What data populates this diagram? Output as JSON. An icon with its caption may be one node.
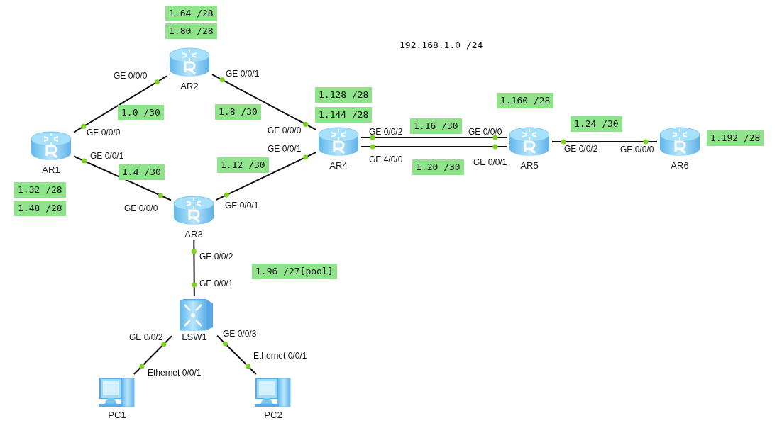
{
  "diagram": {
    "nodes": [
      {
        "text": [
          "AR1"
        ]
      },
      {
        "text": [
          "AR2"
        ]
      },
      {
        "text": [
          "AR3"
        ]
      },
      {
        "text": [
          "AR4"
        ]
      },
      {
        "text": [
          "AR5"
        ]
      },
      {
        "text": [
          "AR6"
        ]
      },
      {
        "text": [
          "LSW1"
        ]
      },
      {
        "text": [
          "PC1"
        ]
      },
      {
        "text": [
          "PC2"
        ]
      }
    ],
    "edges": [
      {
        "from": 0,
        "to": 1,
        "arrow": "none"
      },
      {
        "from": 1,
        "to": 3,
        "arrow": "none"
      },
      {
        "from": 0,
        "to": 2,
        "arrow": "none"
      },
      {
        "from": 2,
        "to": 3,
        "arrow": "none"
      },
      {
        "from": 3,
        "to": 4,
        "arrow": "none"
      },
      {
        "from": 3,
        "to": 4,
        "arrow": "none"
      },
      {
        "from": 4,
        "to": 5,
        "arrow": "none"
      },
      {
        "from": 2,
        "to": 6,
        "arrow": "none"
      },
      {
        "from": 6,
        "to": 7,
        "arrow": "none"
      },
      {
        "from": 6,
        "to": 8,
        "arrow": "none"
      }
    ],
    "labels": [
      "1.64 /28",
      "1.80 /28",
      "192.168.1.0 /24",
      "GE 0/0/0",
      "GE 0/0/1",
      "1.128 /28",
      "1.160 /28",
      "1.0 /30",
      "1.8 /30",
      "1.144 /28",
      "GE 0/0/0",
      "GE 0/0/0",
      "GE 0/0/2",
      "1.16 /30",
      "GE 0/0/0",
      "1.24 /30",
      "1.192 /28",
      "GE 0/0/1",
      "GE 0/0/2",
      "GE 0/0/0",
      "GE 0/0/1",
      "1.12 /30",
      "GE 4/0/0",
      "1.20 /30",
      "GE 0/0/1",
      "1.4 /30",
      "1.32 /28",
      "1.48 /28",
      "GE 0/0/0",
      "GE 0/0/1",
      "GE 0/0/2",
      "1.96 /27[pool]",
      "GE 0/0/1",
      "GE 0/0/2",
      "GE 0/0/3",
      "Ethernet 0/0/1",
      "Ethernet 0/0/1"
    ]
  }
}
